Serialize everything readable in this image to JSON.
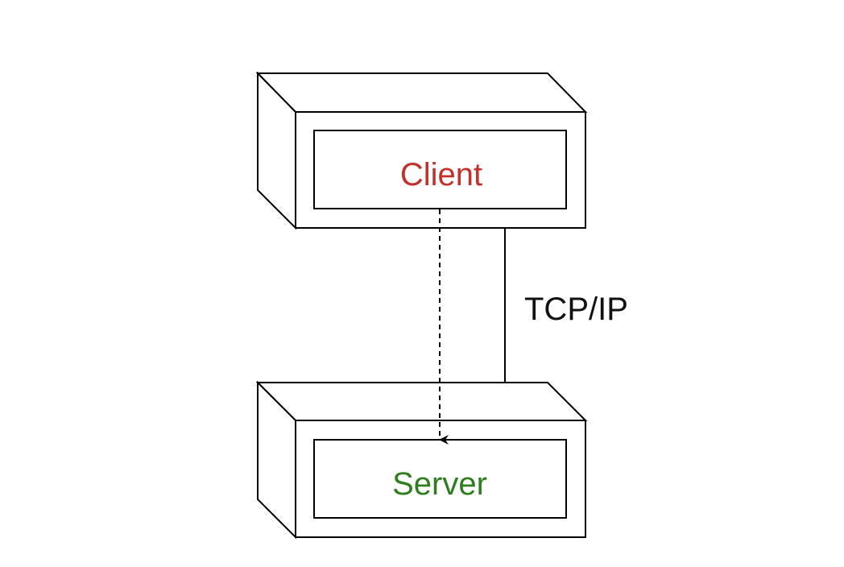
{
  "nodes": {
    "client": {
      "label": "Client",
      "color": "#c0322b"
    },
    "server": {
      "label": "Server",
      "color": "#2e7d1f"
    }
  },
  "connection": {
    "label": "TCP/IP"
  },
  "colors": {
    "stroke": "#000000",
    "background": "#ffffff"
  }
}
